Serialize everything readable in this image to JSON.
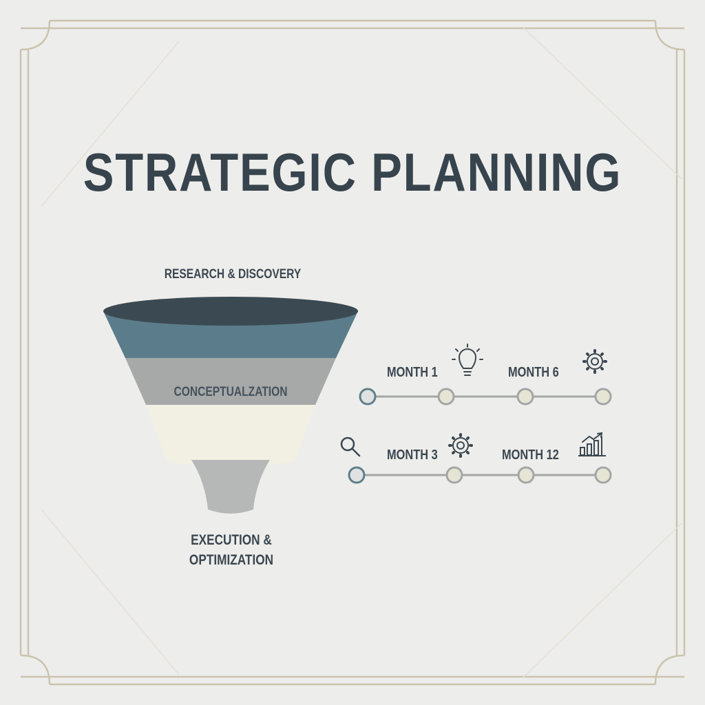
{
  "title": "STRATEGIC PLANNING",
  "funnel": {
    "stages": [
      {
        "label": "RESEARCH & DISCOVERY",
        "color": "#5b7d8b"
      },
      {
        "label": "CONCEPTUALZATION",
        "color": "#a7a9a9"
      },
      {
        "label": "",
        "color": "#f1f0e3"
      },
      {
        "label": "EXECUTION & OPTIMIZATION",
        "color": "#b6b8b8"
      }
    ],
    "rim_color": "#3b4a52"
  },
  "timeline": {
    "rows": [
      {
        "milestones": [
          {
            "label": "MONTH 1",
            "icon": "lightbulb-icon"
          },
          {
            "label": "MONTH 6",
            "icon": "gear-icon"
          }
        ]
      },
      {
        "lead_icon": "magnifier-icon",
        "milestones": [
          {
            "label": "MONTH 3",
            "icon": "gear-icon"
          },
          {
            "label": "MONTH 12",
            "icon": "growth-chart-icon"
          }
        ]
      }
    ],
    "line_color": "#a4a6a5",
    "node_fill": "#e6e5d5",
    "start_node_color": "#5f7f8c"
  },
  "colors": {
    "background": "#ededeb",
    "frame": "#cbc4ad",
    "text": "#37444d"
  }
}
